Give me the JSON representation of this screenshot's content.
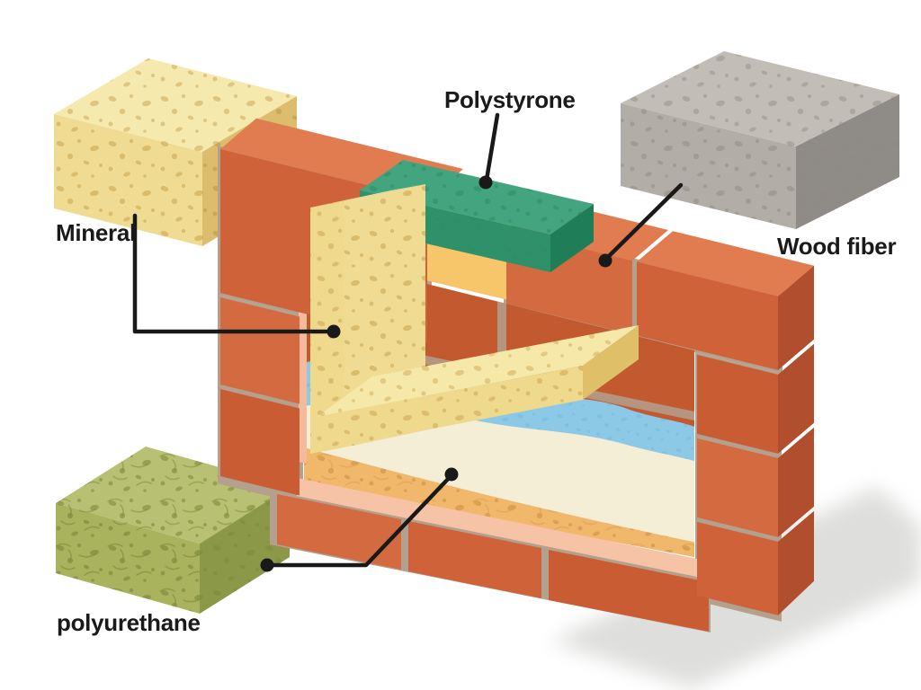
{
  "figure": {
    "type": "cutaway-diagram",
    "subject": "Brick wall insulation materials cutaway"
  },
  "labels": {
    "mineral": "Mineral",
    "polystyrene": "Polystyrone",
    "wood_fiber": "Wood fiber",
    "polyurethane": "polyurethane"
  },
  "colors": {
    "background": "#ffffff",
    "label": "#1a1a1a",
    "leader": "#191919",
    "shadow": "#d6d6d4",
    "mortar": "#b3a08d",
    "brick_top": "#e17c51",
    "brick_face": "#cf6239",
    "brick_face_alt": "#d46a40",
    "brick_face_c": "#ca5c34",
    "brick_side": "#b04e2d",
    "brick_inner": "#c2592f",
    "inner_edge": "#f4ba9c",
    "sill": "#f6c3a7",
    "layer_blue": "#8cc9e7",
    "blue_dot": "#6fb0d4",
    "layer_cream": "#f4eed7",
    "layer_orange": "#f1b76a",
    "orange_dot": "#d3964b",
    "fiber_stroke": "#d99f55",
    "sponge_yellow_top": "#f6e9ae",
    "sponge_yellow_face": "#efdc92",
    "sponge_yellow_side": "#dcbd6e",
    "sponge_dot": "#c9a24e",
    "sponge_dot_dark": "#b5923f",
    "slab_top": "#f6e8a8",
    "slab_face": "#efd98c",
    "slab_right_end": "#dfc069",
    "green_top": "#43a480",
    "green_front": "#2f9169",
    "green_side": "#1f7e58",
    "green_dot": "#2e8a61",
    "under_block": "#f7c56a",
    "under_block_left": "#eab158",
    "under_block_side": "#e3a04f",
    "gray_top": "#c2beb7",
    "gray_front": "#b2aea7",
    "gray_side": "#8f8b86",
    "gray_dot": "#8d897f",
    "olive_top": "#b8c173",
    "olive_front": "#a9b35e",
    "olive_side": "#8a9848",
    "olive_dot": "#7c8a3a"
  }
}
